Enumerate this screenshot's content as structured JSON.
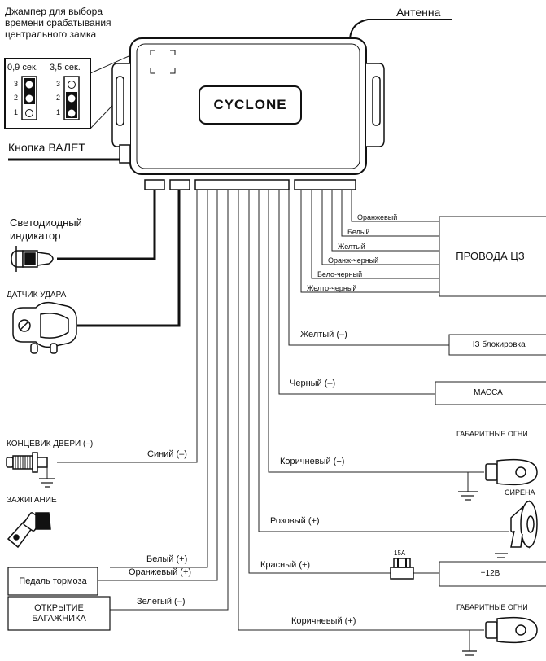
{
  "jumper": {
    "caption_lines": [
      "Джампер для выбора",
      "времени срабатывания",
      "центрального замка"
    ],
    "option_a": "0,9 сек.",
    "option_b": "3,5 сек.",
    "pin_labels": [
      "3",
      "2",
      "1"
    ]
  },
  "antenna_label": "Антенна",
  "unit_brand": "CYCLONE",
  "valet_label": "Кнопка ВАЛЕТ",
  "led_label_lines": [
    "Светодиодный",
    "индикатор"
  ],
  "shock_sensor_label": "ДАТЧИК УДАРА",
  "door_switch_label": "КОНЦЕВИК ДВЕРИ (–)",
  "ignition_label": "ЗАЖИГАНИЕ",
  "brake_box_label": "Педаль тормоза",
  "trunk_box_lines": [
    "ОТКРЫТИЕ",
    "БАГАЖНИКА"
  ],
  "left_wires": {
    "blue": "Синий (–)",
    "white": "Белый (+)",
    "orange": "Оранжевый (+)",
    "green": "Зелегый (–)"
  },
  "cl_wires": [
    "Оранжевый",
    "Белый",
    "Желтый",
    "Оранж-черный",
    "Бело-черный",
    "Желто-черный"
  ],
  "cl_box_label": "ПРОВОДА ЦЗ",
  "right_wires": {
    "yellow": "Желтый (–)",
    "black": "Черный (–)",
    "brown1": "Коричневый (+)",
    "pink": "Розовый (+)",
    "red": "Красный (+)",
    "brown2": "Коричневый (+)"
  },
  "nc_block_label": "НЗ блокировка",
  "ground_label": "МАССА",
  "parking_lights_label_1": "ГАБАРИТНЫЕ ОГНИ",
  "siren_label": "СИРЕНА",
  "fuse_label": "15А",
  "plus12_label": "+12В",
  "parking_lights_label_2": "ГАБАРИТНЫЕ ОГНИ",
  "colors": {
    "line": "#222222",
    "thick": "#111111"
  }
}
